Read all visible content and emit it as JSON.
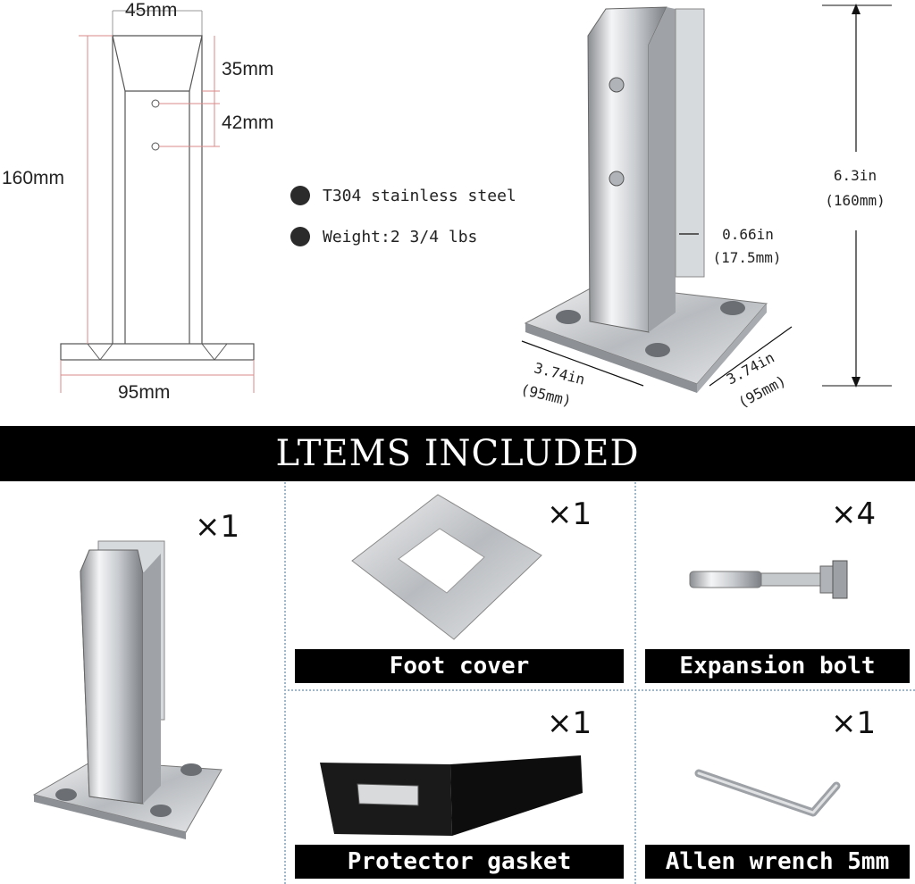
{
  "diagram": {
    "width_top": "45mm",
    "cap_height": "35mm",
    "hole_spacing": "42mm",
    "total_height": "160mm",
    "base_width": "95mm"
  },
  "features": [
    {
      "text": "T304 stainless steel"
    },
    {
      "text": "Weight:2 3/4 lbs"
    }
  ],
  "photo_dims": {
    "height_in": "6.3in",
    "height_mm": "(160mm)",
    "slot_in": "0.66in",
    "slot_mm": "(17.5mm)",
    "base_left_in": "3.74in",
    "base_left_mm": "(95mm)",
    "base_right_in": "3.74in",
    "base_right_mm": "(95mm)"
  },
  "banner": {
    "title": "LTEMS INCLUDED"
  },
  "items": {
    "spigot": {
      "qty": "×1"
    },
    "foot_cover": {
      "qty": "×1",
      "label": "Foot cover"
    },
    "expansion_bolt": {
      "qty": "×4",
      "label": "Expansion bolt"
    },
    "gasket": {
      "qty": "×1",
      "label": "Protector gasket"
    },
    "wrench": {
      "qty": "×1",
      "label": "Allen wrench 5mm"
    }
  },
  "colors": {
    "steel_light": "#e6e8ea",
    "steel_dark": "#8a8d91",
    "dim_line": "#d98a8a",
    "divider": "#9fb7c9"
  }
}
